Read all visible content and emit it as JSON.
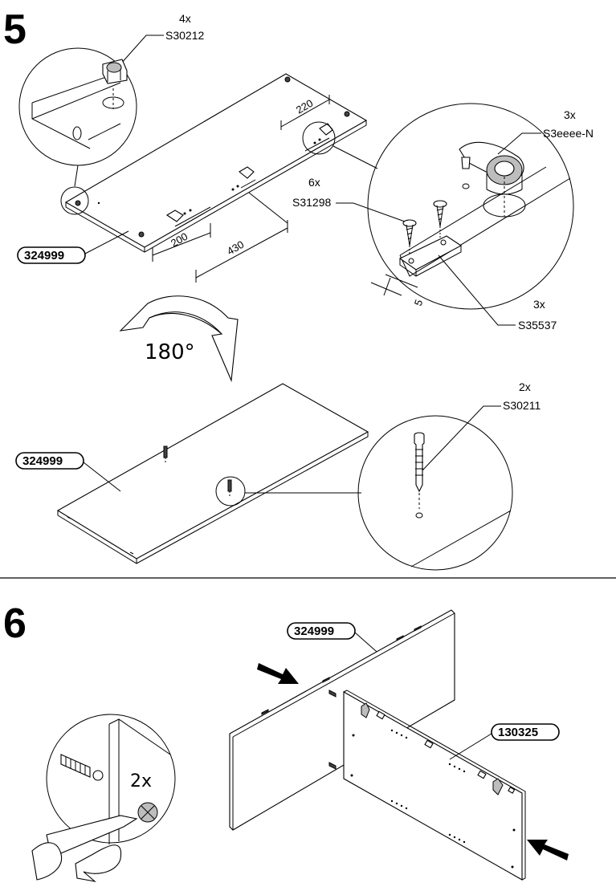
{
  "step5": {
    "number": "5",
    "hw_top_left": {
      "qty": "4x",
      "code": "S30212"
    },
    "hw_top_right": {
      "qty": "3x",
      "code": "S3eeee-N"
    },
    "hw_screws": {
      "qty": "6x",
      "code": "S31298"
    },
    "hw_plate": {
      "qty": "3x",
      "code": "S35537"
    },
    "hw_dowel": {
      "qty": "2x",
      "code": "S30211"
    },
    "panel_top": "324999",
    "panel_bottom": "324999",
    "dims": {
      "d220": "220",
      "d200": "200",
      "d430": "430",
      "d5": "5"
    },
    "rotation": "180°"
  },
  "step6": {
    "number": "6",
    "panel_back": "324999",
    "panel_front": "130325",
    "zoom_qty": "2x"
  }
}
